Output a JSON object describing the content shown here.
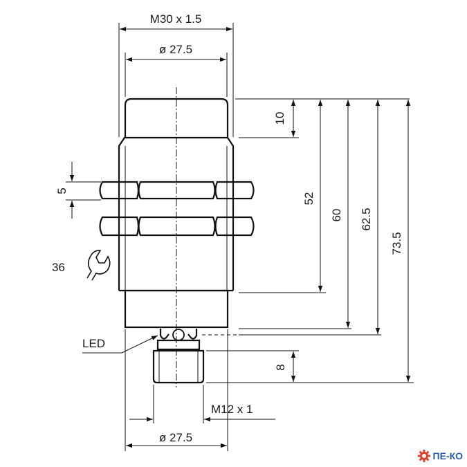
{
  "dimensions": {
    "thread_top": "M30 x 1.5",
    "dia_top": "ø 27.5",
    "nut_width": "5",
    "wrench": "36",
    "led": "LED",
    "cap_height": "10",
    "len_52": "52",
    "len_60": "60",
    "len_62_5": "62.5",
    "len_73_5": "73.5",
    "connector_len": "8",
    "thread_connector": "M12 x 1",
    "dia_bottom": "ø 27.5"
  },
  "logo": {
    "text": "ПЕ-КО",
    "color": "#2a5db0"
  }
}
